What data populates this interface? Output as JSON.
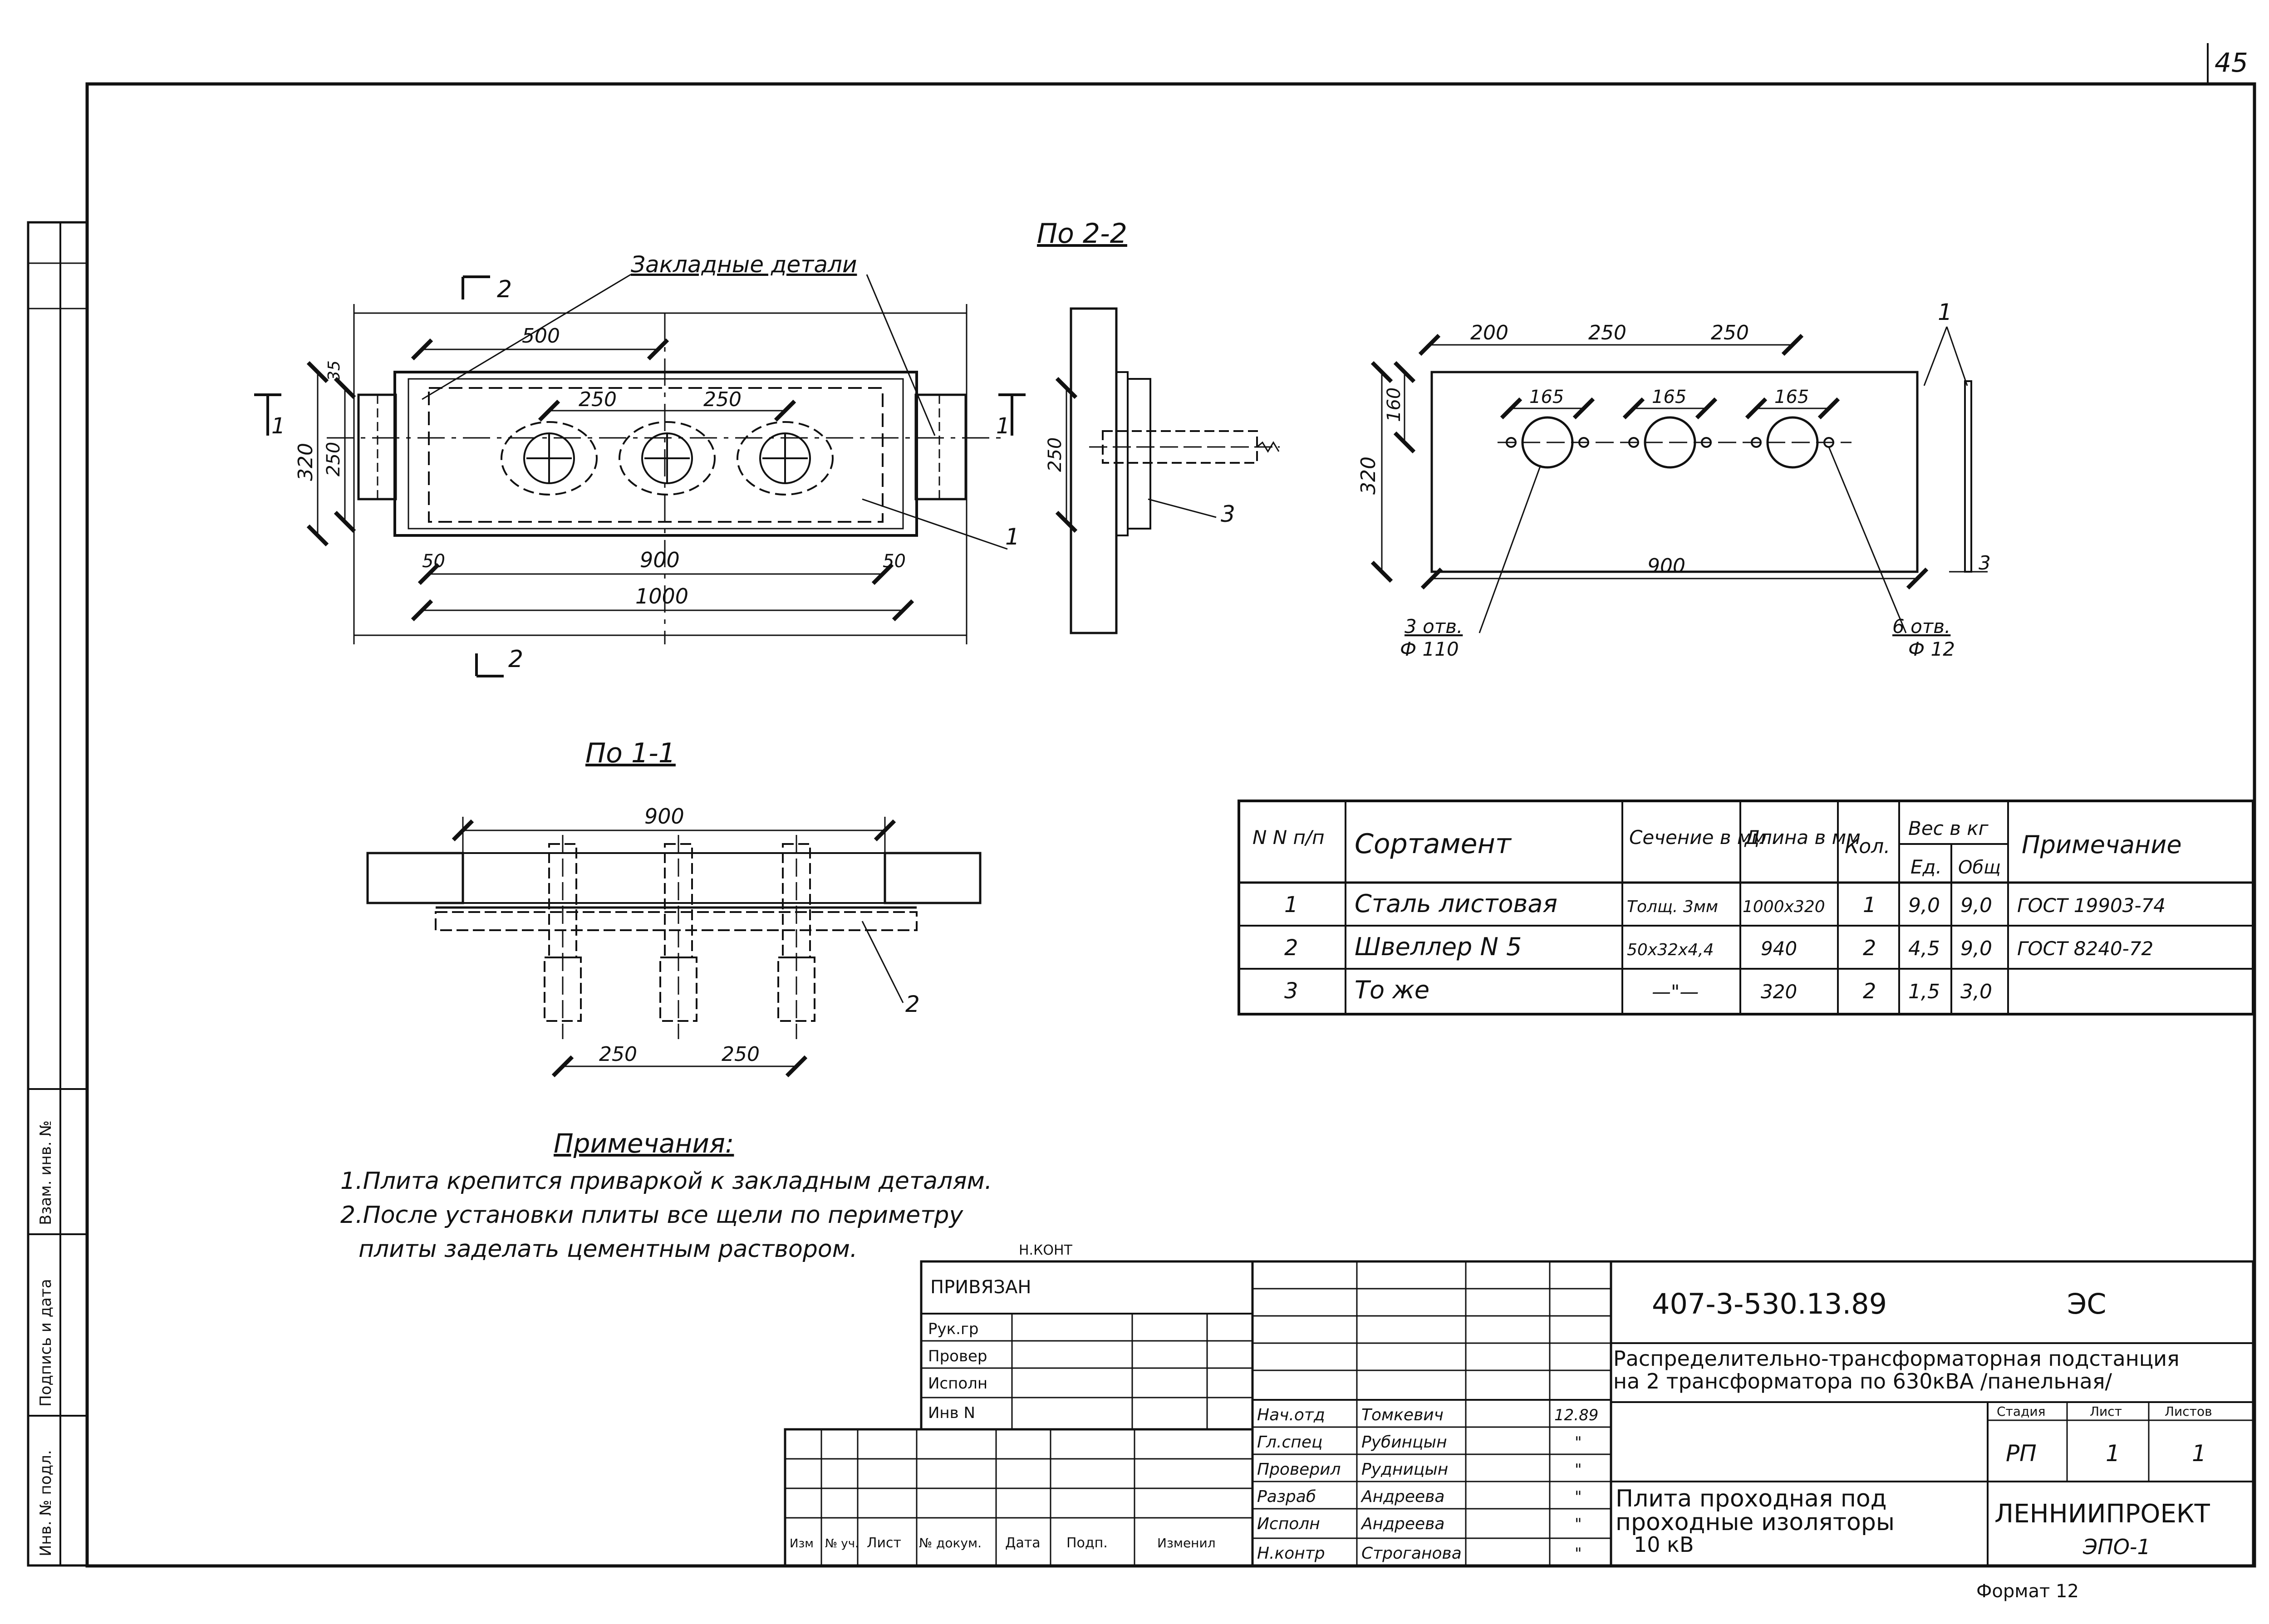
{
  "sheet": {
    "page_number": "45",
    "format": "Формат 12"
  },
  "views": {
    "view_2_2_title": "По 2-2",
    "view_1_1_title": "По 1-1",
    "embedded_parts_label": "Закладные детали",
    "section_2": "2",
    "section_1": "1"
  },
  "plan_dims": {
    "d1000": "1000",
    "d900": "900",
    "d500": "500",
    "d250a": "250",
    "d250b": "250",
    "d50a": "50",
    "d50b": "50",
    "d320": "320",
    "d250v": "250",
    "d35": "35",
    "leader1": "1"
  },
  "section_dims": {
    "d250v": "250",
    "leader3": "3"
  },
  "plate_dims": {
    "d200": "200",
    "d250a": "250",
    "d250b": "250",
    "d165a": "165",
    "d165b": "165",
    "d165c": "165",
    "d160": "160",
    "d320": "320",
    "d900": "900",
    "thickness": "3",
    "leader1": "1",
    "holes_large_count": "3 отв.",
    "holes_large_dia": "Ф 110",
    "holes_small_count": "6 отв.",
    "holes_small_dia": "Ф 12"
  },
  "view11_dims": {
    "d900": "900",
    "d250a": "250",
    "d250b": "250",
    "leader2": "2"
  },
  "spec_table": {
    "headers": {
      "num": "N N п/п",
      "assortment": "Сортамент",
      "section": "Сечение в мм",
      "length": "Длина в мм",
      "qty": "Кол.",
      "weight": "Вес в кг",
      "weight_unit": "Ед.",
      "weight_total": "Общ",
      "note": "Примечание"
    },
    "rows": [
      {
        "num": "1",
        "assortment": "Сталь листовая",
        "section": "Толщ. 3мм",
        "length": "1000х320",
        "qty": "1",
        "unit": "9,0",
        "total": "9,0",
        "note": "ГОСТ 19903-74"
      },
      {
        "num": "2",
        "assortment": "Швеллер N 5",
        "section": "50х32х4,4",
        "length": "940",
        "qty": "2",
        "unit": "4,5",
        "total": "9,0",
        "note": "ГОСТ 8240-72"
      },
      {
        "num": "3",
        "assortment": "То же",
        "section": "—\"—",
        "length": "320",
        "qty": "2",
        "unit": "1,5",
        "total": "3,0",
        "note": ""
      }
    ]
  },
  "notes": {
    "title": "Примечания:",
    "line1": "1.Плита крепится приваркой к закладным деталям.",
    "line2": "2.После установки плиты все щели по периметру",
    "line3": "плиты заделать цементным раствором.",
    "nkont": "Н.КОНТ"
  },
  "left_strip": {
    "inv_podl": "Инв. № подл.",
    "podp_data": "Подпись и дата",
    "vzam_inv": "Взам. инв. №"
  },
  "title_block": {
    "privyazan": "ПРИВЯЗАН",
    "ruk_gr": "Рук.гр",
    "prover": "Провер",
    "ispoln": "Исполн",
    "inv_n": "Инв N",
    "doc_code": "407-3-530.13.89",
    "doc_section": "ЭС",
    "object_line1": "Распределительно-трансформаторная подстанция",
    "object_line2": "на 2 трансформатора по 630кВА /панельная/",
    "stage_h": "Стадия",
    "sheet_h": "Лист",
    "sheets_h": "Листов",
    "stage": "РП",
    "sheet": "1",
    "sheets": "1",
    "drawing_line1": "Плита проходная под",
    "drawing_line2": "проходные изоляторы",
    "drawing_line3": "10 кВ",
    "org_name": "ЛЕННИИПРОЕКТ",
    "org_dept": "ЭПО-1",
    "change_cols": [
      "Изм",
      "№ уч.",
      "Лист",
      "№ докум.",
      "Дата",
      "Подп.",
      "Изменил"
    ],
    "signatures": [
      {
        "role": "Нач.отд",
        "name": "Томкевич",
        "sign": "",
        "date": "12.89"
      },
      {
        "role": "Гл.спец",
        "name": "Рубинцын",
        "sign": "",
        "date": "\""
      },
      {
        "role": "Проверил",
        "name": "Рудницын",
        "sign": "",
        "date": "\""
      },
      {
        "role": "Разраб",
        "name": "Андреева",
        "sign": "",
        "date": "\""
      },
      {
        "role": "Исполн",
        "name": "Андреева",
        "sign": "",
        "date": "\""
      },
      {
        "role": "Н.контр",
        "name": "Строганова",
        "sign": "",
        "date": "\""
      }
    ]
  }
}
